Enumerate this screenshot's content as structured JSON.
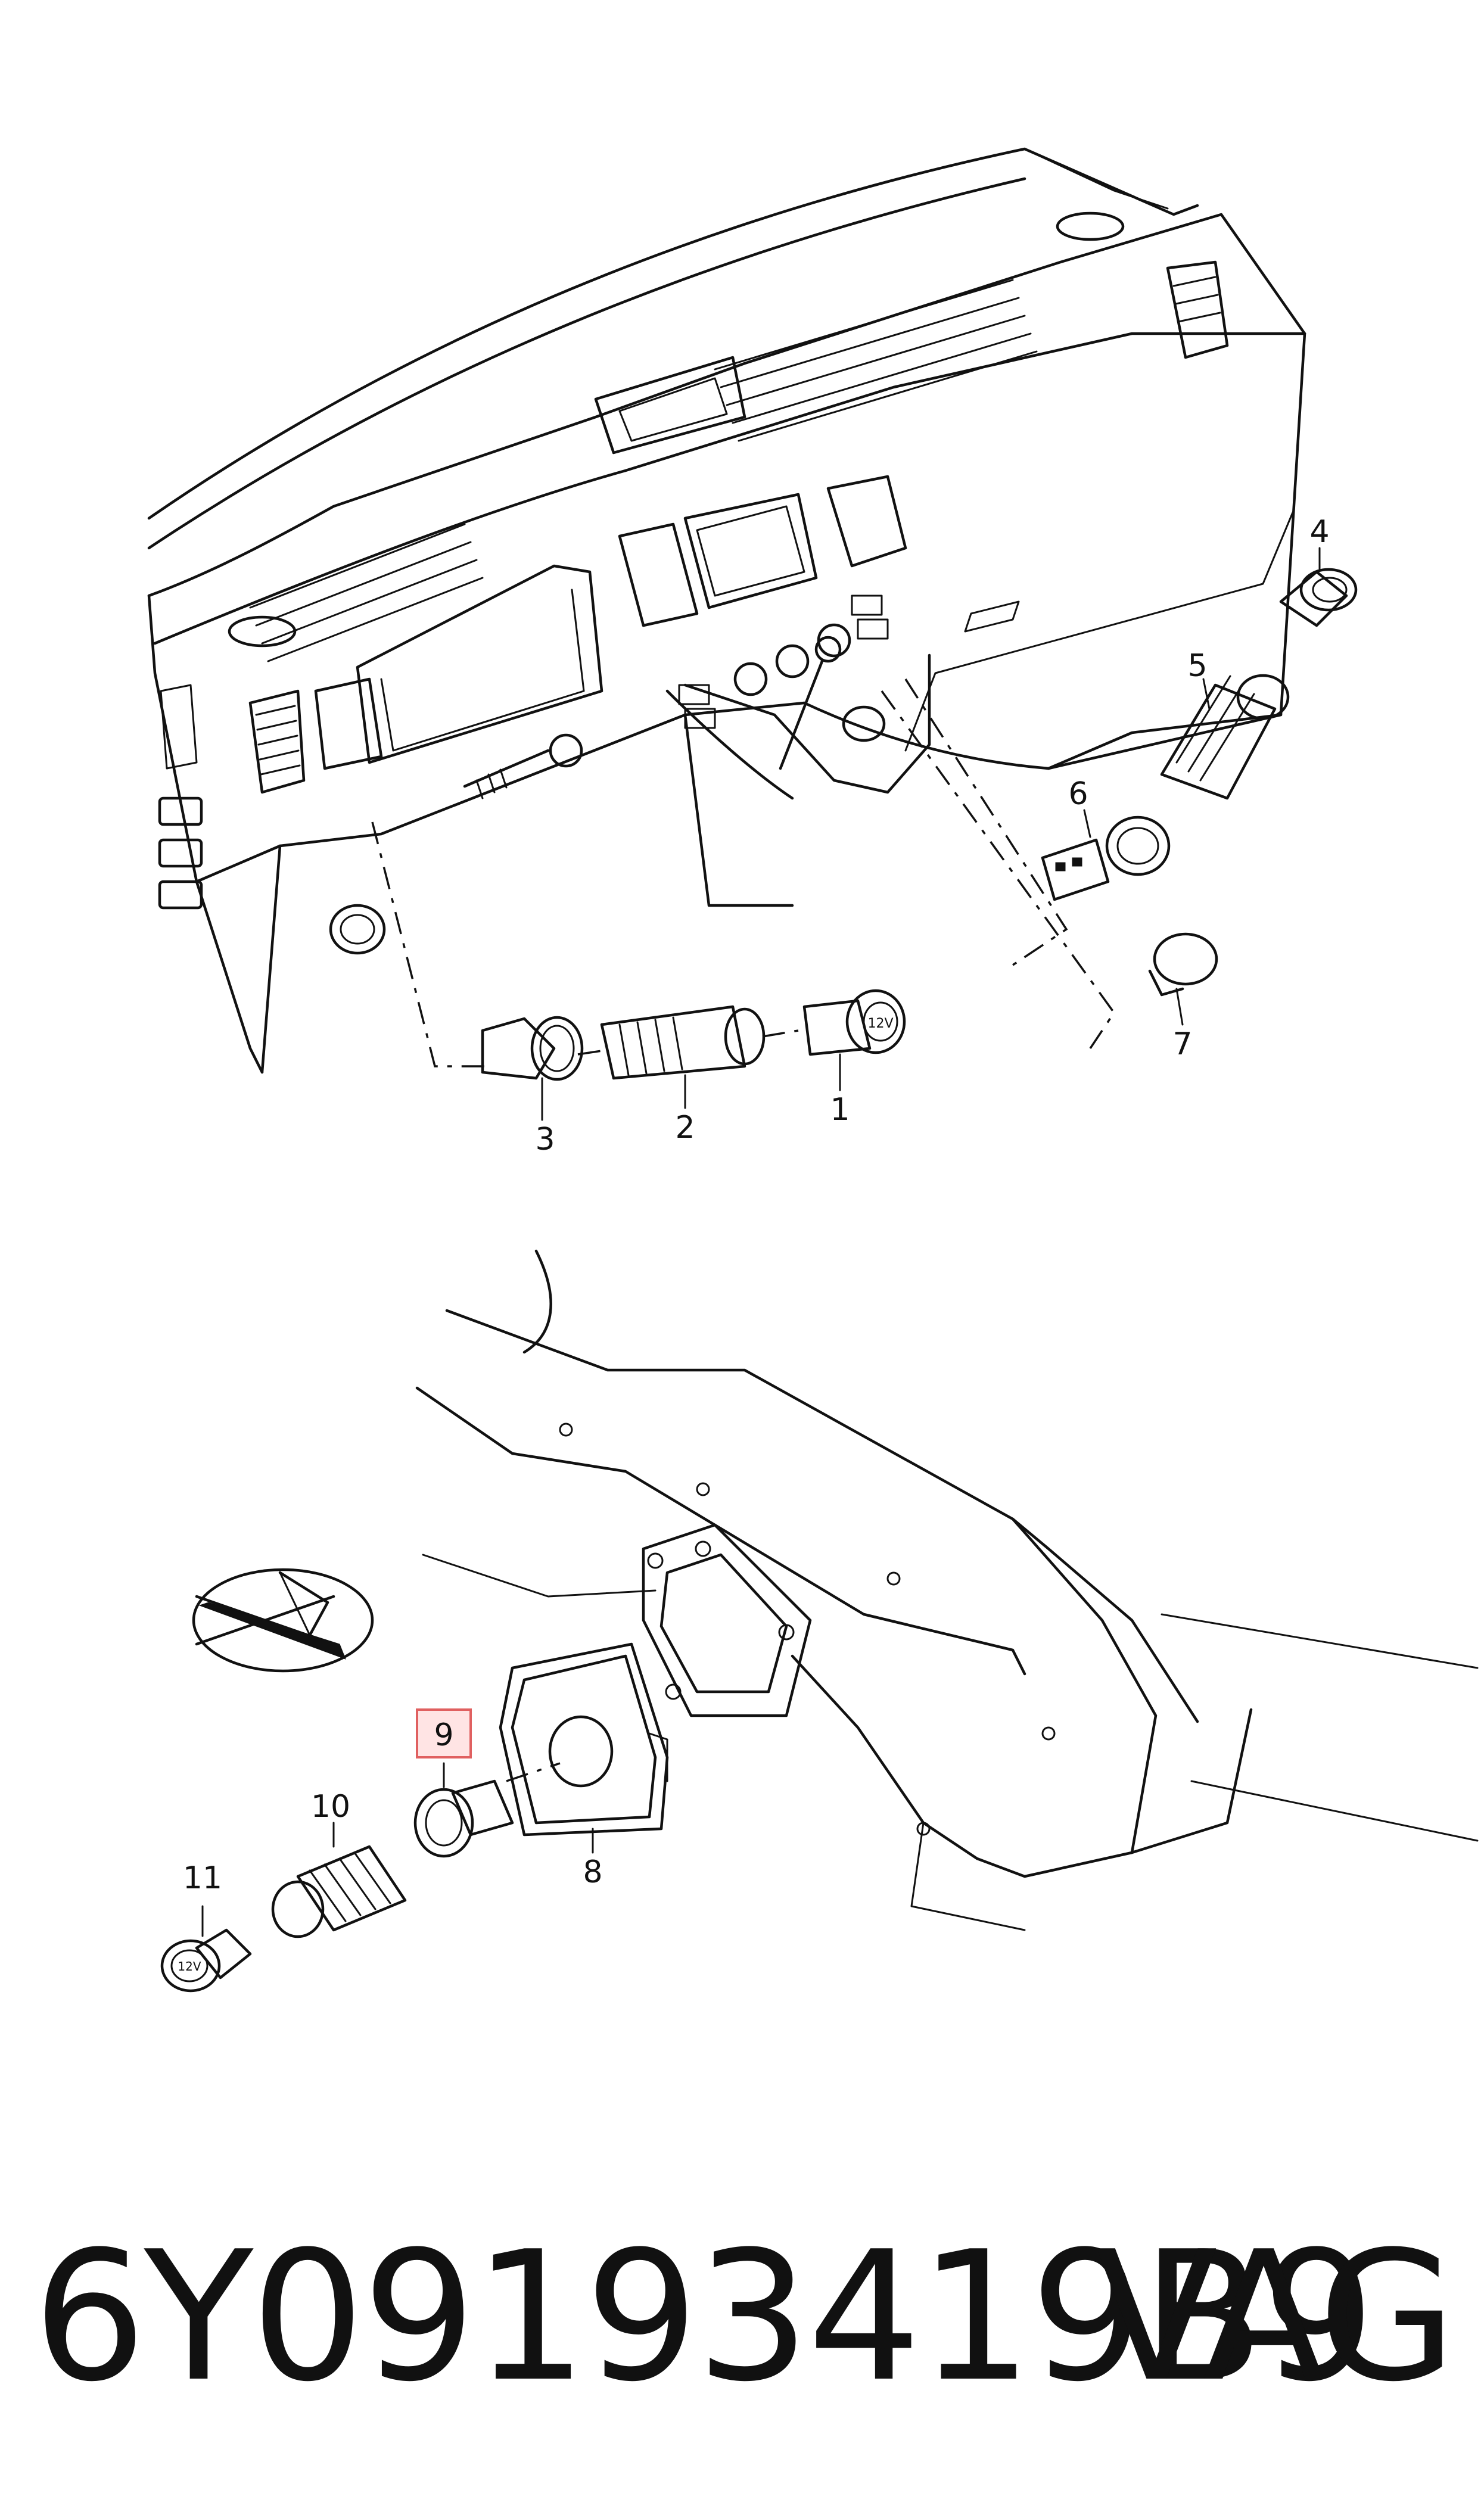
{
  "callouts": {
    "c1": "1",
    "c2": "2",
    "c3": "3",
    "c4": "4",
    "c5": "5",
    "c6": "6",
    "c7": "7",
    "c8": "8",
    "c9": "9",
    "c10": "10",
    "c11": "11"
  },
  "socket_label": "12V",
  "highlighted_callout": "9",
  "highlight_color": "#e06060",
  "footer": {
    "part_number": "6Y09193419B9",
    "brand": "VAG"
  }
}
